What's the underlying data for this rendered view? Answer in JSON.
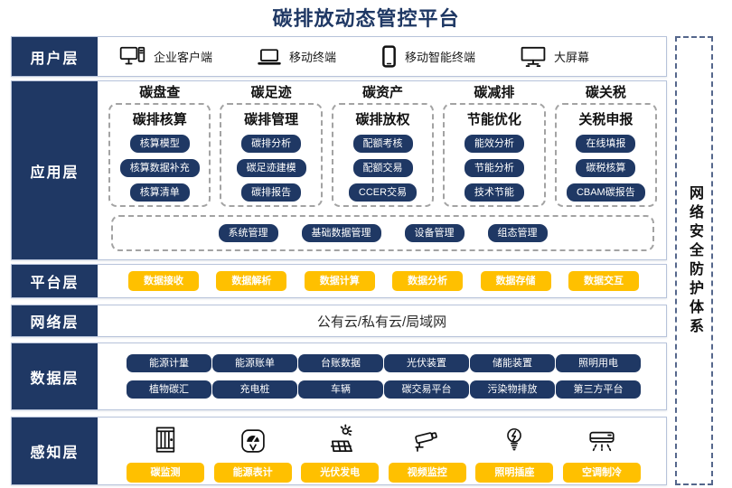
{
  "title": "碳排放动态管控平台",
  "security": {
    "label": "网络安全防护体系"
  },
  "colors": {
    "navy": "#1f3864",
    "orange": "#ffc000",
    "row_border": "#b7c3da",
    "dashed": "#a3a3a3",
    "band_border": "#55678c"
  },
  "layers": {
    "user": {
      "label": "用户层",
      "items": [
        {
          "icon": "desktop-pc-icon",
          "label": "企业客户端"
        },
        {
          "icon": "laptop-icon",
          "label": "移动终端"
        },
        {
          "icon": "smartphone-icon",
          "label": "移动智能终端"
        },
        {
          "icon": "big-screen-icon",
          "label": "大屏幕"
        }
      ]
    },
    "application": {
      "label": "应用层",
      "columns": [
        {
          "header": "碳盘查",
          "subtitle": "碳排核算",
          "items": [
            "核算模型",
            "核算数据补充",
            "核算清单"
          ]
        },
        {
          "header": "碳足迹",
          "subtitle": "碳排管理",
          "items": [
            "碳排分析",
            "碳足迹建模",
            "碳排报告"
          ]
        },
        {
          "header": "碳资产",
          "subtitle": "碳排放权",
          "items": [
            "配额考核",
            "配额交易",
            "CCER交易"
          ]
        },
        {
          "header": "碳减排",
          "subtitle": "节能优化",
          "items": [
            "能效分析",
            "节能分析",
            "技术节能"
          ]
        },
        {
          "header": "碳关税",
          "subtitle": "关税申报",
          "items": [
            "在线填报",
            "碳税核算",
            "CBAM碳报告"
          ]
        }
      ],
      "common": [
        "系统管理",
        "基础数据管理",
        "设备管理",
        "组态管理"
      ]
    },
    "platform": {
      "label": "平台层",
      "items": [
        "数据接收",
        "数据解析",
        "数据计算",
        "数据分析",
        "数据存储",
        "数据交互"
      ]
    },
    "network": {
      "label": "网络层",
      "content": "公有云/私有云/局域网"
    },
    "data": {
      "label": "数据层",
      "row1": [
        "能源计量",
        "能源账单",
        "台账数据",
        "光伏装置",
        "储能装置",
        "照明用电"
      ],
      "row2": [
        "植物碳汇",
        "充电桩",
        "车辆",
        "碳交易平台",
        "污染物排放",
        "第三方平台"
      ]
    },
    "perception": {
      "label": "感知层",
      "items": [
        {
          "icon": "carbon-monitor-icon",
          "label": "碳监测"
        },
        {
          "icon": "energy-meter-icon",
          "label": "能源表计"
        },
        {
          "icon": "solar-power-icon",
          "label": "光伏发电"
        },
        {
          "icon": "cctv-camera-icon",
          "label": "视频监控"
        },
        {
          "icon": "light-socket-icon",
          "label": "照明插座"
        },
        {
          "icon": "air-conditioner-icon",
          "label": "空调制冷"
        }
      ]
    }
  }
}
